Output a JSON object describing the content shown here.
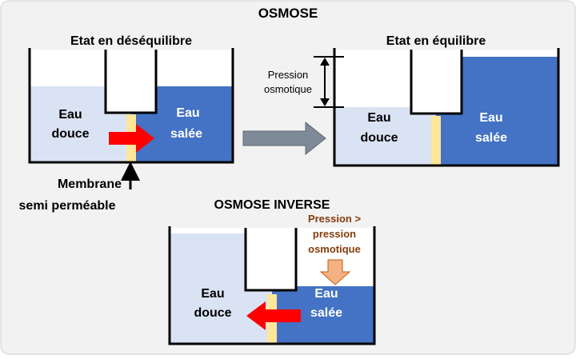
{
  "title": "OSMOSE",
  "colors": {
    "background": "#f2f2f2",
    "fresh_water": "#dae3f3",
    "salt_water": "#4472c4",
    "membrane": "#ffe699",
    "red_arrow": "#ff0000",
    "grey_arrow": "#7f8a99",
    "pressure_arrow": "#f4b183",
    "pressure_text": "#843c0c"
  },
  "panel_desequilibre": {
    "title": "Etat en déséquilibre",
    "fresh_label_1": "Eau",
    "fresh_label_2": "douce",
    "salt_label_1": "Eau",
    "salt_label_2": "salée",
    "membrane_label_1": "Membrane",
    "membrane_label_2": "semi perméable"
  },
  "panel_equilibre": {
    "title": "Etat en équilibre",
    "pressure_label_1": "Pression",
    "pressure_label_2": "osmotique",
    "fresh_label_1": "Eau",
    "fresh_label_2": "douce",
    "salt_label_1": "Eau",
    "salt_label_2": "salée"
  },
  "panel_inverse": {
    "title": "OSMOSE INVERSE",
    "pressure_label_1": "Pression >",
    "pressure_label_2": "pression",
    "pressure_label_3": "osmotique",
    "fresh_label_1": "Eau",
    "fresh_label_2": "douce",
    "salt_label_1": "Eau",
    "salt_label_2": "salée"
  }
}
